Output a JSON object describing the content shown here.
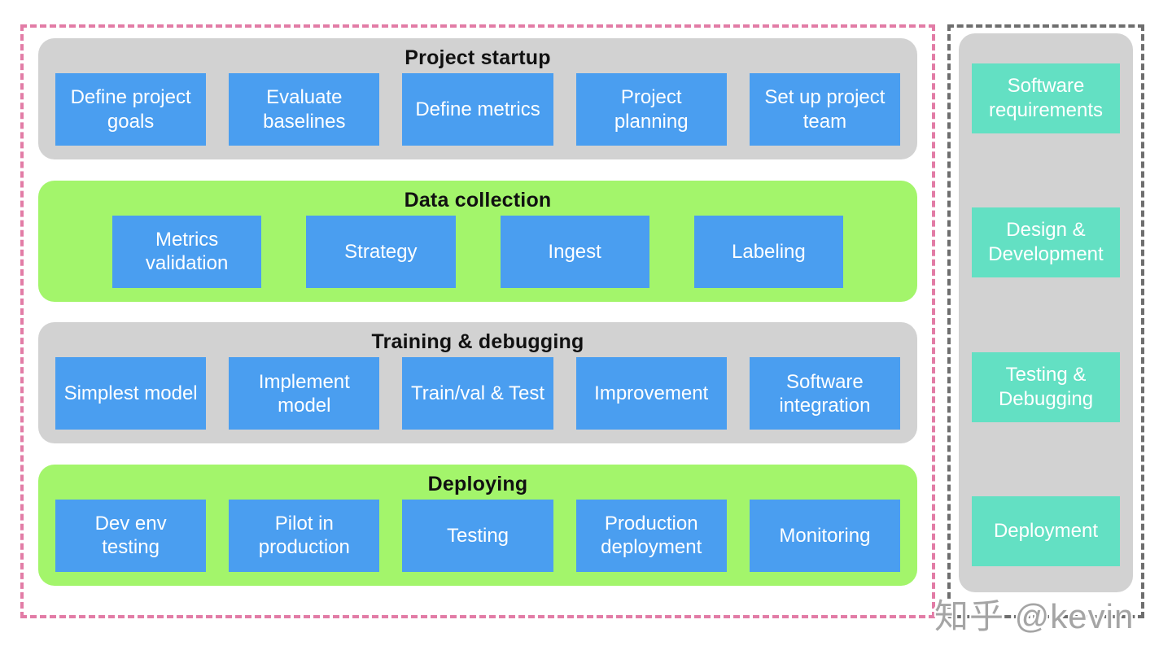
{
  "colors": {
    "band_gray": "#d2d2d2",
    "band_green": "#a3f56b",
    "task_blue": "#4a9ef0",
    "phase_teal": "#63e0c3",
    "left_border_pink": "#e27ca6",
    "right_border_gray": "#6e6e6e",
    "title_text": "#111111",
    "box_text": "#ffffff"
  },
  "left_panel": {
    "rows": [
      {
        "title": "Project startup",
        "variant": "gray",
        "items": [
          "Define project goals",
          "Evaluate baselines",
          "Define metrics",
          "Project planning",
          "Set up project team"
        ]
      },
      {
        "title": "Data collection",
        "variant": "green",
        "items": [
          "Metrics validation",
          "Strategy",
          "Ingest",
          "Labeling"
        ]
      },
      {
        "title": "Training & debugging",
        "variant": "gray",
        "items": [
          "Simplest model",
          "Implement model",
          "Train/val & Test",
          "Improvement",
          "Software integration"
        ]
      },
      {
        "title": "Deploying",
        "variant": "green",
        "items": [
          "Dev env testing",
          "Pilot in production",
          "Testing",
          "Production deployment",
          "Monitoring"
        ]
      }
    ]
  },
  "right_panel": {
    "items": [
      "Software requirements",
      "Design & Development",
      "Testing & Debugging",
      "Deployment"
    ]
  },
  "watermark": "知乎 @kevin"
}
